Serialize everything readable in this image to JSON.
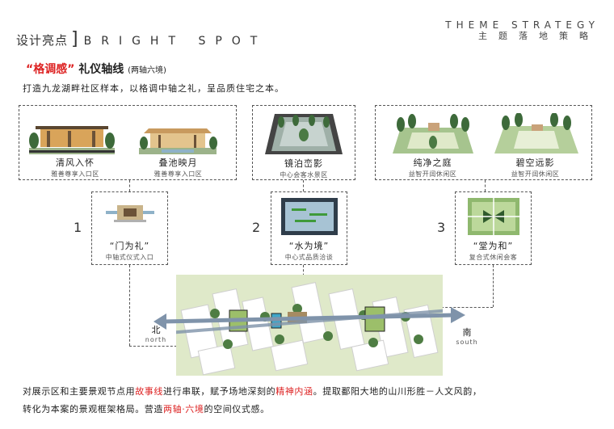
{
  "header": {
    "title_cn": "设计亮点",
    "title_bar": "]",
    "title_en": "BRIGHT SPOT",
    "right_en": "THEME STRATEGY",
    "right_cn": "主题落地策略"
  },
  "subtitle": {
    "quote_open": "“",
    "highlight": "格调感",
    "quote_close": "”",
    "main": " 礼仪轴线 ",
    "paren": "(两轴六境)"
  },
  "intro": "打造九龙湖畔社区样本，以格调中轴之礼，呈品质住宅之本。",
  "scenes": [
    {
      "name": "清风入怀",
      "sub": "雅善尊享入口区"
    },
    {
      "name": "叠池映月",
      "sub": "雅善尊享入口区"
    },
    {
      "name": "镜泊峦影",
      "sub": "中心会客水景区"
    },
    {
      "name": "纯净之庭",
      "sub": "益智开阔休闲区"
    },
    {
      "name": "碧空远影",
      "sub": "益智开阔休闲区"
    }
  ],
  "concepts": [
    {
      "num": "1",
      "name": "“门为礼”",
      "sub": "中轴式仪式入口"
    },
    {
      "num": "2",
      "name": "“水为境”",
      "sub": "中心式品质洽谈"
    },
    {
      "num": "3",
      "name": "“堂为和”",
      "sub": "复合式休闲会客"
    }
  ],
  "directions": {
    "north_cn": "北",
    "north_en": "north",
    "south_cn": "南",
    "south_en": "south"
  },
  "bottom": {
    "p1": "对展示区和主要景观节点用",
    "h1": "故事线",
    "p2": "进行串联，赋予场地深刻的",
    "h2": "精神内涵",
    "p3": "。提取鄱阳大地的山川形胜－人文风韵，",
    "p4": "转化为本案的景观框架格局。营造",
    "h3": "两轴·六境",
    "p5": "的空间仪式感。"
  },
  "colors": {
    "accent": "#d22222",
    "axis": "#7f93aa",
    "plan_green": "#dfe9c9"
  }
}
